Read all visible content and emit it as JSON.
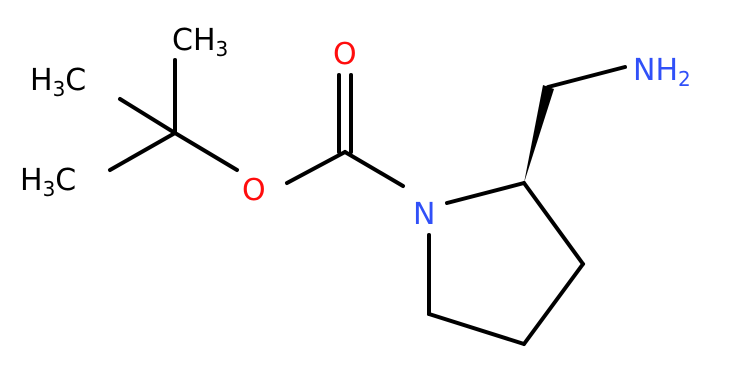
{
  "colors": {
    "carbon": "#000000",
    "oxygen": "#ff0d0d",
    "nitrogen": "#3050f8",
    "background": "#ffffff"
  },
  "atoms": {
    "ch3_top": {
      "main": "CH",
      "sub": "3"
    },
    "ch3_left1": {
      "main": "H",
      "sub": "3",
      "tail": "C"
    },
    "ch3_left2": {
      "main": "H",
      "sub": "3",
      "tail": "C"
    },
    "o_carbonyl": {
      "symbol": "O"
    },
    "o_ester": {
      "symbol": "O"
    },
    "n_ring": {
      "symbol": "N"
    },
    "nh2": {
      "main": "NH",
      "sub": "2"
    }
  }
}
